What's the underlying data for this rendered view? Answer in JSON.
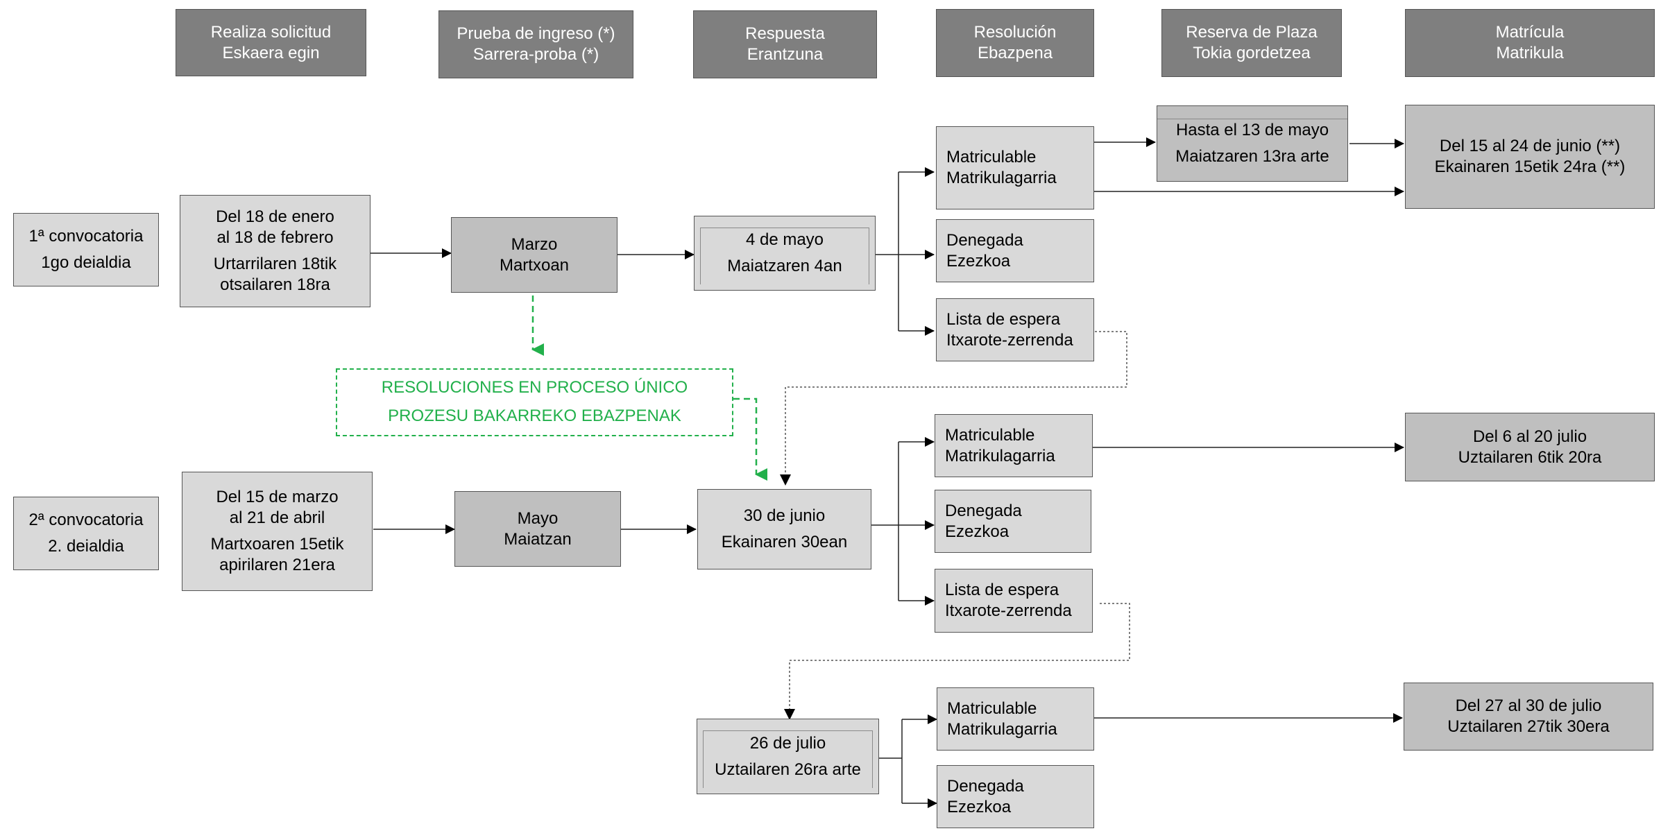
{
  "headers": {
    "solicitud": [
      "Realiza solicitud",
      "Eskaera egin"
    ],
    "prueba": [
      "Prueba de ingreso (*)",
      "Sarrera-proba (*)"
    ],
    "respuesta": [
      "Respuesta",
      "Erantzuna"
    ],
    "resolucion": [
      "Resolución",
      "Ebazpena"
    ],
    "reserva": [
      "Reserva de Plaza",
      "Tokia gordetzea"
    ],
    "matricula": [
      "Matrícula",
      "Matrikula"
    ]
  },
  "conv1": {
    "label": [
      "1ª convocatoria",
      "1go deialdia"
    ],
    "solicitud": [
      "Del 18 de enero",
      "al 18 de febrero",
      "Urtarrilaren 18tik",
      "otsailaren 18ra"
    ],
    "prueba": [
      "Marzo",
      "Martxoan"
    ],
    "respuesta": [
      "4 de mayo",
      "Maiatzaren 4an"
    ],
    "matriculable": [
      "Matriculable",
      "Matrikulagarria"
    ],
    "denegada": [
      "Denegada",
      "Ezezkoa"
    ],
    "espera": [
      "Lista de espera",
      "Itxarote-zerrenda"
    ],
    "reserva": [
      "Hasta el 13 de mayo",
      "Maiatzaren 13ra arte"
    ],
    "matricula": [
      "Del 15 al 24 de junio (**)",
      "Ekainaren 15etik 24ra (**)"
    ]
  },
  "unico": [
    "RESOLUCIONES EN PROCESO ÚNICO",
    "PROZESU BAKARREKO EBAZPENAK"
  ],
  "conv2": {
    "label": [
      "2ª convocatoria",
      "2. deialdia"
    ],
    "solicitud": [
      "Del 15 de marzo",
      "al 21 de abril",
      "Martxoaren 15etik",
      "apirilaren 21era"
    ],
    "prueba": [
      "Mayo",
      "Maiatzan"
    ],
    "respuesta": [
      "30 de junio",
      "Ekainaren 30ean"
    ],
    "matriculable": [
      "Matriculable",
      "Matrikulagarria"
    ],
    "denegada": [
      "Denegada",
      "Ezezkoa"
    ],
    "espera": [
      "Lista de espera",
      "Itxarote-zerrenda"
    ],
    "matricula": [
      "Del 6 al 20 julio",
      "Uztailaren 6tik 20ra"
    ]
  },
  "conv3": {
    "respuesta": [
      "26 de julio",
      "Uztailaren 26ra arte"
    ],
    "matriculable": [
      "Matriculable",
      "Matrikulagarria"
    ],
    "denegada": [
      "Denegada",
      "Ezezkoa"
    ],
    "matricula": [
      "Del 27 al 30 de julio",
      "Uztailaren 27tik 30era"
    ]
  },
  "colors": {
    "header": "#7f7f7f",
    "light": "#d9d9d9",
    "mid": "#bfbfbf",
    "green": "#22b04b",
    "line": "#222222"
  }
}
